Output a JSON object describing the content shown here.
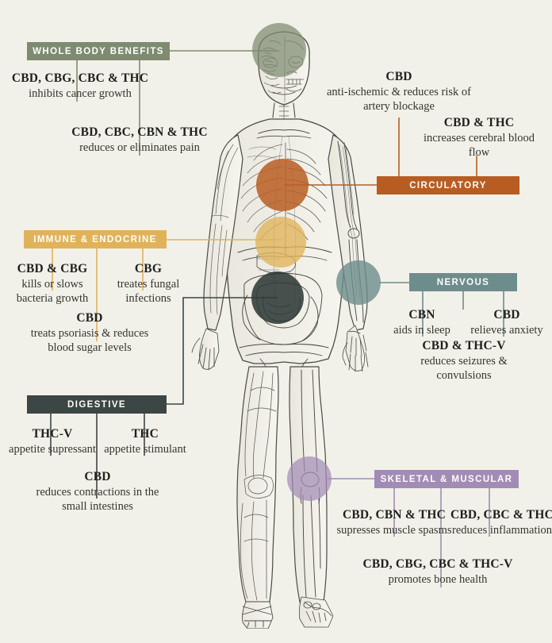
{
  "page": {
    "background_color": "#f2f1e9",
    "figure_alt": "anatomical illustration of a human body, split between musculature and skeleton"
  },
  "palette": {
    "whole_body": "#7e8b70",
    "circulatory": "#b85d22",
    "immune": "#e0b35a",
    "nervous": "#6d8d8c",
    "digestive": "#3c4644",
    "skeletal": "#a28cb5",
    "text": "#2b2b2b"
  },
  "sections": {
    "whole_body": {
      "label": "WHOLE BODY BENEFITS",
      "color": "#7e8b70",
      "marker": "head-marker",
      "callouts": [
        {
          "compounds": "CBD, CBG, CBC & THC",
          "effect": "inhibits cancer growth"
        },
        {
          "compounds": "CBD, CBC, CBN & THC",
          "effect": "reduces or eliminates pain"
        }
      ]
    },
    "circulatory": {
      "label": "CIRCULATORY",
      "color": "#b85d22",
      "marker": "heart-marker",
      "callouts": [
        {
          "compounds": "CBD",
          "effect": "anti-ischemic & reduces risk of artery blockage"
        },
        {
          "compounds": "CBD & THC",
          "effect": "increases cerebral blood flow"
        }
      ]
    },
    "immune_endocrine": {
      "label": "IMMUNE & ENDOCRINE",
      "color": "#e0b35a",
      "marker": "pancreas-marker",
      "callouts": [
        {
          "compounds": "CBD & CBG",
          "effect": "kills or slows bacteria growth"
        },
        {
          "compounds": "CBG",
          "effect": "treates fungal infections"
        },
        {
          "compounds": "CBD",
          "effect": "treats psoriasis & reduces blood sugar levels"
        }
      ]
    },
    "nervous": {
      "label": "NERVOUS",
      "color": "#6d8d8c",
      "marker": "arm-nerve-marker",
      "callouts": [
        {
          "compounds": "CBN",
          "effect": "aids in sleep"
        },
        {
          "compounds": "CBD",
          "effect": "relieves anxiety"
        },
        {
          "compounds": "CBD & THC-V",
          "effect": "reduces seizures & convulsions"
        }
      ]
    },
    "digestive": {
      "label": "DIGESTIVE",
      "color": "#3c4644",
      "marker": "intestine-marker",
      "callouts": [
        {
          "compounds": "THC-V",
          "effect": "appetite supressant"
        },
        {
          "compounds": "THC",
          "effect": "appetite stimulant"
        },
        {
          "compounds": "CBD",
          "effect": "reduces contractions in the small intestines"
        }
      ]
    },
    "skeletal_muscular": {
      "label": "SKELETAL & MUSCULAR",
      "color": "#a28cb5",
      "marker": "knee-marker",
      "callouts": [
        {
          "compounds": "CBD, CBN & THC",
          "effect": "supresses muscle spasms"
        },
        {
          "compounds": "CBD, CBC & THC",
          "effect": "reduces inflammation"
        },
        {
          "compounds": "CBD, CBG, CBC & THC-V",
          "effect": "promotes bone health"
        }
      ]
    }
  }
}
